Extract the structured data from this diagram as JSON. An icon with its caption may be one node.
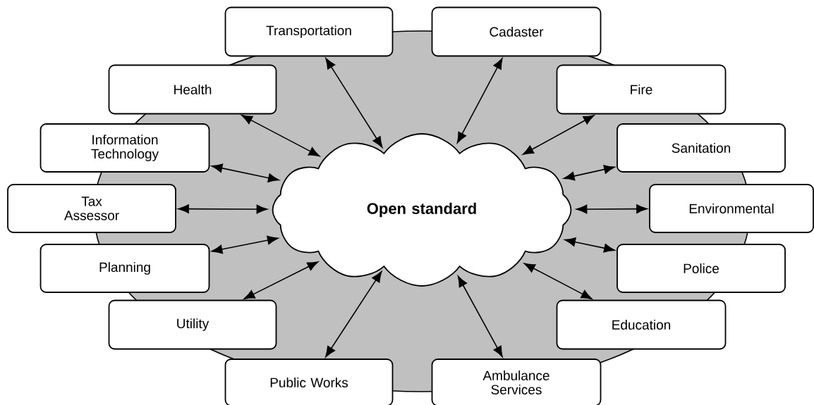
{
  "diagram": {
    "nodes": [
      {
        "text": [
          "Open standard"
        ]
      },
      {
        "text": [
          "Transportation"
        ]
      },
      {
        "text": [
          "Cadaster"
        ]
      },
      {
        "text": [
          "Health"
        ]
      },
      {
        "text": [
          "Fire"
        ]
      },
      {
        "text": [
          "Information Technology"
        ]
      },
      {
        "text": [
          "Sanitation"
        ]
      },
      {
        "text": [
          "Tax Assessor"
        ]
      },
      {
        "text": [
          "Environmental"
        ]
      },
      {
        "text": [
          "Planning"
        ]
      },
      {
        "text": [
          "Police"
        ]
      },
      {
        "text": [
          "Utility"
        ]
      },
      {
        "text": [
          "Education"
        ]
      },
      {
        "text": [
          "Public Works"
        ]
      },
      {
        "text": [
          "Ambulance Services"
        ]
      }
    ],
    "edges": [
      {
        "from": 1,
        "to": 0,
        "arrow": "both"
      },
      {
        "from": 2,
        "to": 0,
        "arrow": "both"
      },
      {
        "from": 3,
        "to": 0,
        "arrow": "both"
      },
      {
        "from": 4,
        "to": 0,
        "arrow": "both"
      },
      {
        "from": 5,
        "to": 0,
        "arrow": "both"
      },
      {
        "from": 6,
        "to": 0,
        "arrow": "both"
      },
      {
        "from": 7,
        "to": 0,
        "arrow": "both"
      },
      {
        "from": 8,
        "to": 0,
        "arrow": "both"
      },
      {
        "from": 9,
        "to": 0,
        "arrow": "both"
      },
      {
        "from": 10,
        "to": 0,
        "arrow": "both"
      },
      {
        "from": 11,
        "to": 0,
        "arrow": "both"
      },
      {
        "from": 12,
        "to": 0,
        "arrow": "both"
      },
      {
        "from": 13,
        "to": 0,
        "arrow": "both"
      },
      {
        "from": 14,
        "to": 0,
        "arrow": "both"
      }
    ]
  }
}
